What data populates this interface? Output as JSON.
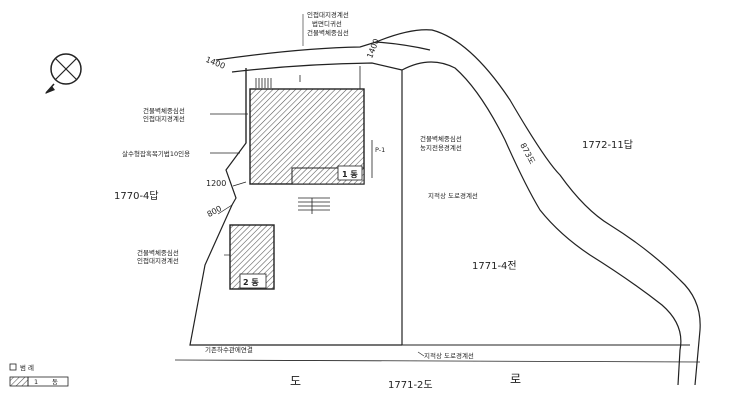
{
  "north": {
    "icon": "compass-rose-icon"
  },
  "dimensions": {
    "top_left": "1400",
    "top_right": "1400",
    "left_upper": "1200",
    "left_lower": "800",
    "river": "873도"
  },
  "top_notes": {
    "line1": "인접대지경계선",
    "line2": "법면디귀선",
    "line3": "건물벽체중심선"
  },
  "labels": {
    "building_center_1": "건물벽체중심선",
    "adjacent_boundary_1": "인접대지경계선",
    "septic_note": "살수형잡혹목기법10인용",
    "lot_left": "1770-4답",
    "building_center_2": "건물벽체중심선",
    "adjacent_boundary_2": "인접대지경계선",
    "existing_drain": "기존하수관에연결",
    "road_left_char": "도",
    "road_lot": "1771-2도",
    "road_right_char": "로",
    "building_center_3": "건물벽체중심선",
    "farmland_boundary": "농지전용경계선",
    "road_boundary_1": "지적상 도로경계선",
    "lot_right_mid": "1771-4전",
    "lot_right_top": "1772-11답",
    "road_boundary_2": "지적상 도로경계선",
    "p1": "P-1"
  },
  "buildings": {
    "b1": "1 동",
    "b2": "2 동"
  },
  "legend": {
    "title": "범 례",
    "item_label": "1",
    "item_unit": "동"
  }
}
